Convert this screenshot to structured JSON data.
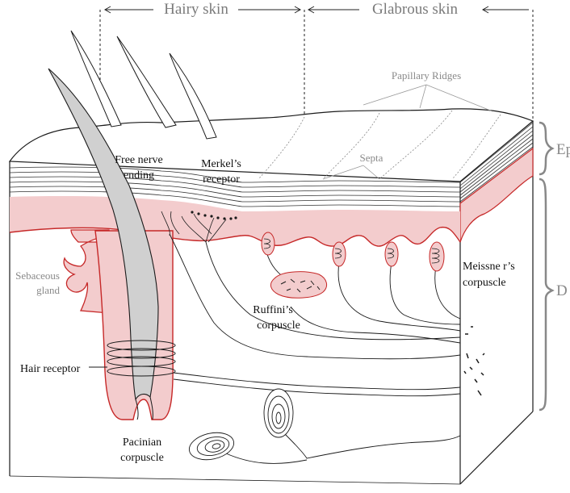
{
  "header": {
    "hairy_skin": "Hairy skin",
    "glabrous_skin": "Glabrous skin"
  },
  "labels": {
    "papillary_ridges": "Papillary Ridges",
    "septa": "Septa",
    "free_nerve_ending": [
      "Free nerve",
      "ending"
    ],
    "merkels_receptor": [
      "Merkel’s",
      "receptor"
    ],
    "sebaceous_gland": [
      "Sebaceous",
      "gland"
    ],
    "meissners_corpuscle": [
      "Meissne r’s",
      "corpuscle"
    ],
    "ruffinis_corpuscle": [
      "Ruffini’s",
      "corpuscle"
    ],
    "hair_receptor": "Hair receptor",
    "pacinian_corpuscle": [
      "Pacinian",
      "corpuscle"
    ],
    "epidermis_side": "Ep",
    "dermis_side": "D"
  },
  "colors": {
    "tissue_pink": "#f3cccd",
    "tissue_edge_red": "#c62828",
    "hair_grey": "#d0d0d0",
    "line": "#1a1a1a"
  }
}
